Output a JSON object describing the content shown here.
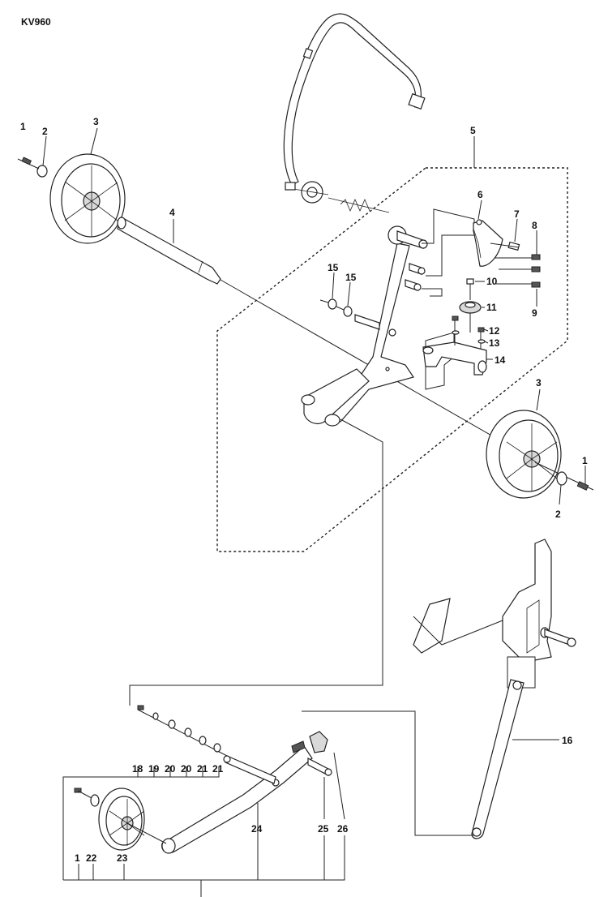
{
  "model": "KV960",
  "callouts": [
    {
      "id": "c1a",
      "label": "1"
    },
    {
      "id": "c2a",
      "label": "2"
    },
    {
      "id": "c3a",
      "label": "3"
    },
    {
      "id": "c4",
      "label": "4"
    },
    {
      "id": "c5",
      "label": "5"
    },
    {
      "id": "c6",
      "label": "6"
    },
    {
      "id": "c7",
      "label": "7"
    },
    {
      "id": "c8",
      "label": "8"
    },
    {
      "id": "c9",
      "label": "9"
    },
    {
      "id": "c10",
      "label": "10"
    },
    {
      "id": "c11",
      "label": "11"
    },
    {
      "id": "c12",
      "label": "12"
    },
    {
      "id": "c13",
      "label": "13"
    },
    {
      "id": "c14",
      "label": "14"
    },
    {
      "id": "c15a",
      "label": "15"
    },
    {
      "id": "c15b",
      "label": "15"
    },
    {
      "id": "c3b",
      "label": "3"
    },
    {
      "id": "c1b",
      "label": "1"
    },
    {
      "id": "c2b",
      "label": "2"
    },
    {
      "id": "c16",
      "label": "16"
    },
    {
      "id": "c18",
      "label": "18"
    },
    {
      "id": "c19",
      "label": "19"
    },
    {
      "id": "c20a",
      "label": "20"
    },
    {
      "id": "c20b",
      "label": "20"
    },
    {
      "id": "c21a",
      "label": "21"
    },
    {
      "id": "c21b",
      "label": "21"
    },
    {
      "id": "c24",
      "label": "24"
    },
    {
      "id": "c25",
      "label": "25"
    },
    {
      "id": "c26",
      "label": "26"
    },
    {
      "id": "c1c",
      "label": "1"
    },
    {
      "id": "c22",
      "label": "22"
    },
    {
      "id": "c23",
      "label": "23"
    }
  ]
}
